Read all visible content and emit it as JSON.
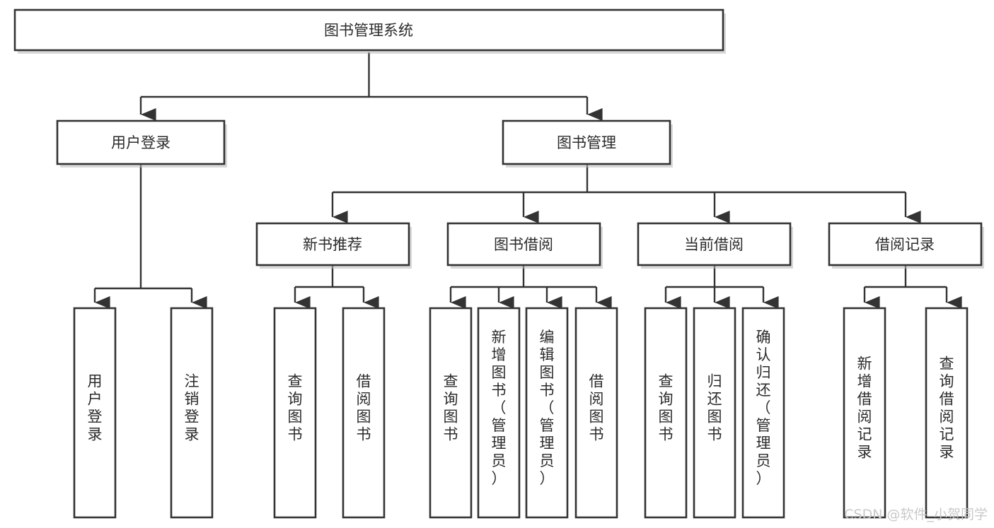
{
  "diagram": {
    "type": "tree-hierarchy-chart",
    "title": "图书管理系统",
    "orientation": "top-down",
    "colors": {
      "box_fill": "#ffffff",
      "box_stroke": "#333333",
      "text": "#2b2b2b",
      "connector": "#333333",
      "watermark": "#c9c9c9",
      "background": "#ffffff"
    },
    "root": {
      "label": "图书管理系统"
    },
    "level2": [
      {
        "label": "用户登录"
      },
      {
        "label": "图书管理"
      }
    ],
    "level3": [
      {
        "label": "新书推荐"
      },
      {
        "label": "图书借阅"
      },
      {
        "label": "当前借阅"
      },
      {
        "label": "借阅记录"
      }
    ],
    "leaves": {
      "user_login": [
        {
          "label": "用户登录"
        },
        {
          "label": "注销登录"
        }
      ],
      "new_book_recommend": [
        {
          "label": "查询图书"
        },
        {
          "label": "借阅图书"
        }
      ],
      "book_borrow": [
        {
          "label": "查询图书"
        },
        {
          "label": "新增图书（管理员）"
        },
        {
          "label": "编辑图书（管理员）"
        },
        {
          "label": "借阅图书"
        }
      ],
      "current_borrow": [
        {
          "label": "查询图书"
        },
        {
          "label": "归还图书"
        },
        {
          "label": "确认归还（管理员）"
        }
      ],
      "borrow_records": [
        {
          "label": "新增借阅记录"
        },
        {
          "label": "查询借阅记录"
        }
      ]
    }
  },
  "watermark": {
    "text": "CSDN @软件_小贺同学"
  }
}
